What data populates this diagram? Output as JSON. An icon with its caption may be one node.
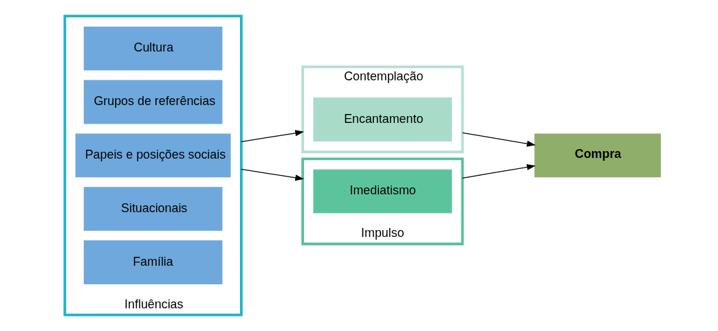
{
  "diagram": {
    "nodes": [
      {
        "text": [
          "Influências"
        ]
      },
      {
        "text": [
          "Cultura"
        ],
        "in": 0
      },
      {
        "text": [
          "Grupos de referências"
        ],
        "in": 0
      },
      {
        "text": [
          "Papeis e posições sociais"
        ],
        "in": 0
      },
      {
        "text": [
          "Situacionais"
        ],
        "in": 0
      },
      {
        "text": [
          "Família"
        ],
        "in": 0
      },
      {
        "text": [
          "Contemplação"
        ]
      },
      {
        "text": [
          "Encantamento"
        ],
        "in": 6
      },
      {
        "text": [
          "Impulso"
        ]
      },
      {
        "text": [
          "Imediatismo"
        ],
        "in": 8
      },
      {
        "text": [
          "Compra"
        ]
      }
    ],
    "edges": [
      {
        "from": 0,
        "to": 6,
        "arrow": "to"
      },
      {
        "from": 0,
        "to": 8,
        "arrow": "to"
      },
      {
        "from": 6,
        "to": 10,
        "arrow": "to"
      },
      {
        "from": 8,
        "to": 10,
        "arrow": "to"
      }
    ]
  }
}
